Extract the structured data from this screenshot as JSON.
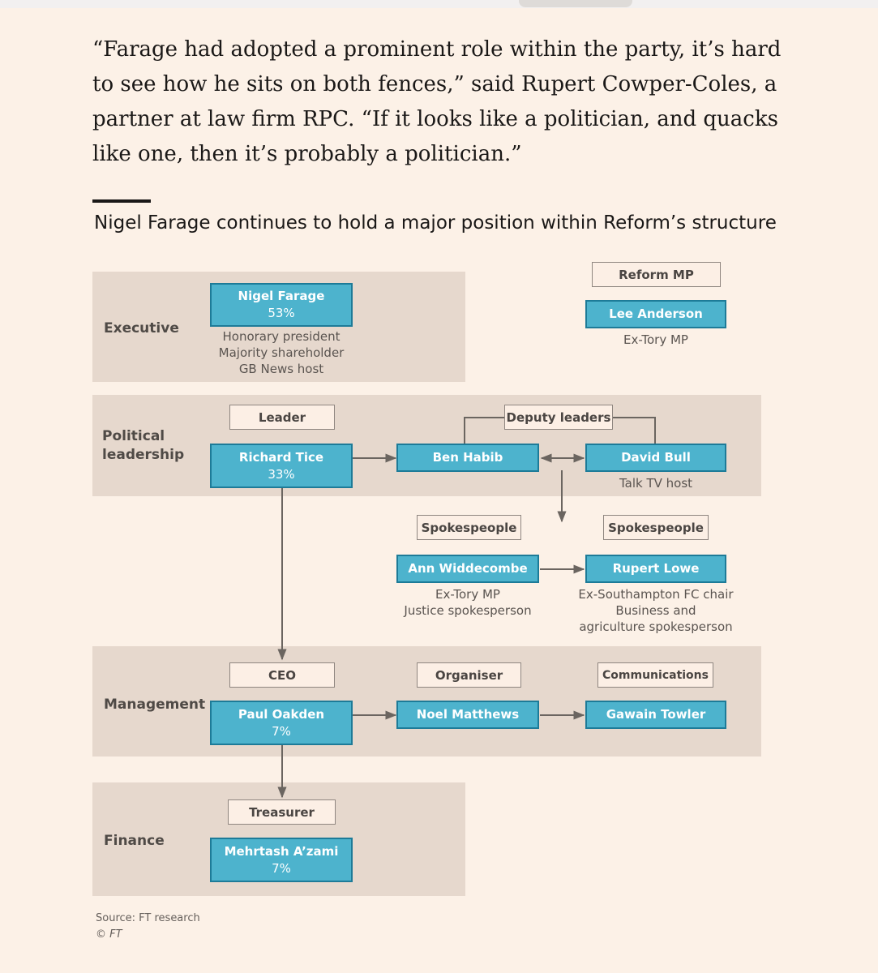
{
  "article": {
    "quote": "“Farage had adopted a prominent role within the party, it’s hard to see how he sits on both fences,” said Rupert Cowper-Coles, a partner at law firm RPC. “If it looks like a politician, and quacks like one, then it’s probably a politician.”"
  },
  "chart": {
    "title": "Nigel Farage continues to hold a major position within Reform’s structure",
    "source": "Source: FT research",
    "copyright": "© FT"
  },
  "colors": {
    "person_fill": "#4db3cd",
    "person_border": "#1d7b98",
    "band": "#e6d8cd",
    "background": "#fcf1e7"
  },
  "bands": {
    "executive": "Executive",
    "political_1": "Political",
    "political_2": "leadership",
    "management": "Management",
    "finance": "Finance"
  },
  "roles": {
    "reform_mp": "Reform MP",
    "leader": "Leader",
    "deputy_leaders": "Deputy leaders",
    "spokespeople_1": "Spokespeople",
    "spokespeople_2": "Spokespeople",
    "ceo": "CEO",
    "organiser": "Organiser",
    "communications": "Communications",
    "treasurer": "Treasurer"
  },
  "people": {
    "farage": {
      "name": "Nigel Farage",
      "share": "53%",
      "desc": [
        "Honorary president",
        "Majority shareholder",
        "GB News host"
      ]
    },
    "anderson": {
      "name": "Lee Anderson",
      "desc": [
        "Ex-Tory MP"
      ]
    },
    "tice": {
      "name": "Richard Tice",
      "share": "33%"
    },
    "habib": {
      "name": "Ben Habib"
    },
    "bull": {
      "name": "David Bull",
      "desc": [
        "Talk TV host"
      ]
    },
    "widdecombe": {
      "name": "Ann Widdecombe",
      "desc": [
        "Ex-Tory MP",
        "Justice spokesperson"
      ]
    },
    "lowe": {
      "name": "Rupert Lowe",
      "desc": [
        "Ex-Southampton FC chair",
        "Business and",
        "agriculture spokesperson"
      ]
    },
    "oakden": {
      "name": "Paul Oakden",
      "share": "7%"
    },
    "matthews": {
      "name": "Noel Matthews"
    },
    "towler": {
      "name": "Gawain Towler"
    },
    "azami": {
      "name": "Mehrtash A’zami",
      "share": "7%"
    }
  }
}
